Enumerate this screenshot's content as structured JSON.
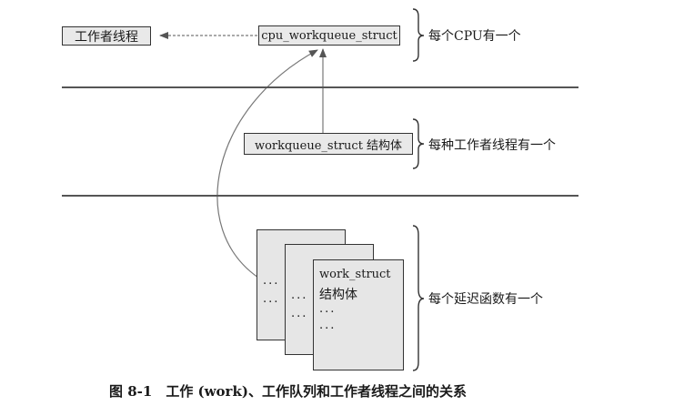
{
  "top": {
    "worker_thread": "工作者线程",
    "cpu_struct": "cpu_workqueue_struct",
    "cpu_note": "每个CPU有一个"
  },
  "middle": {
    "workqueue_struct": "workqueue_struct 结构体",
    "workqueue_note": "每种工作者线程有一个"
  },
  "bottom": {
    "work_struct_title": "work_struct",
    "work_struct_sub": "结构体",
    "ellipsis": "...",
    "work_note": "每个延迟函数有一个"
  },
  "caption": "图 8-1　工作 (work)、工作队列和工作者线程之间的关系"
}
